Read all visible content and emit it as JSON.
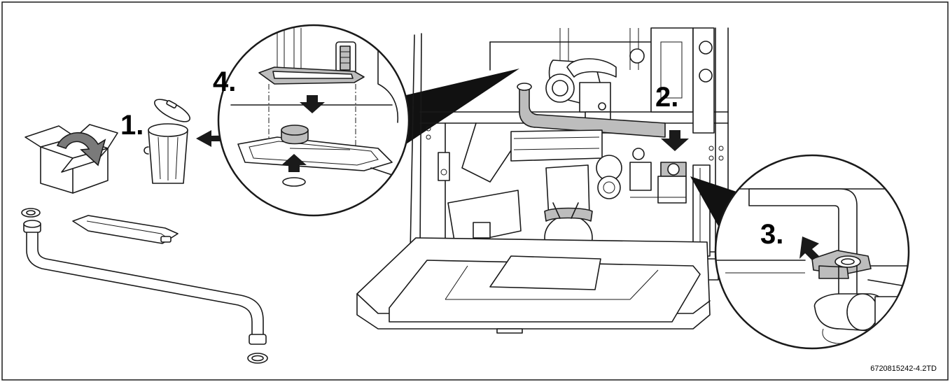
{
  "steps": {
    "step1": "1.",
    "step2": "2.",
    "step3": "3.",
    "step4": "4."
  },
  "reference_code": "6720815242-4.2TD",
  "colors": {
    "line": "#1a1a1a",
    "shade": "#bdbdbd",
    "dark": "#7a7a7a",
    "background": "#ffffff"
  }
}
